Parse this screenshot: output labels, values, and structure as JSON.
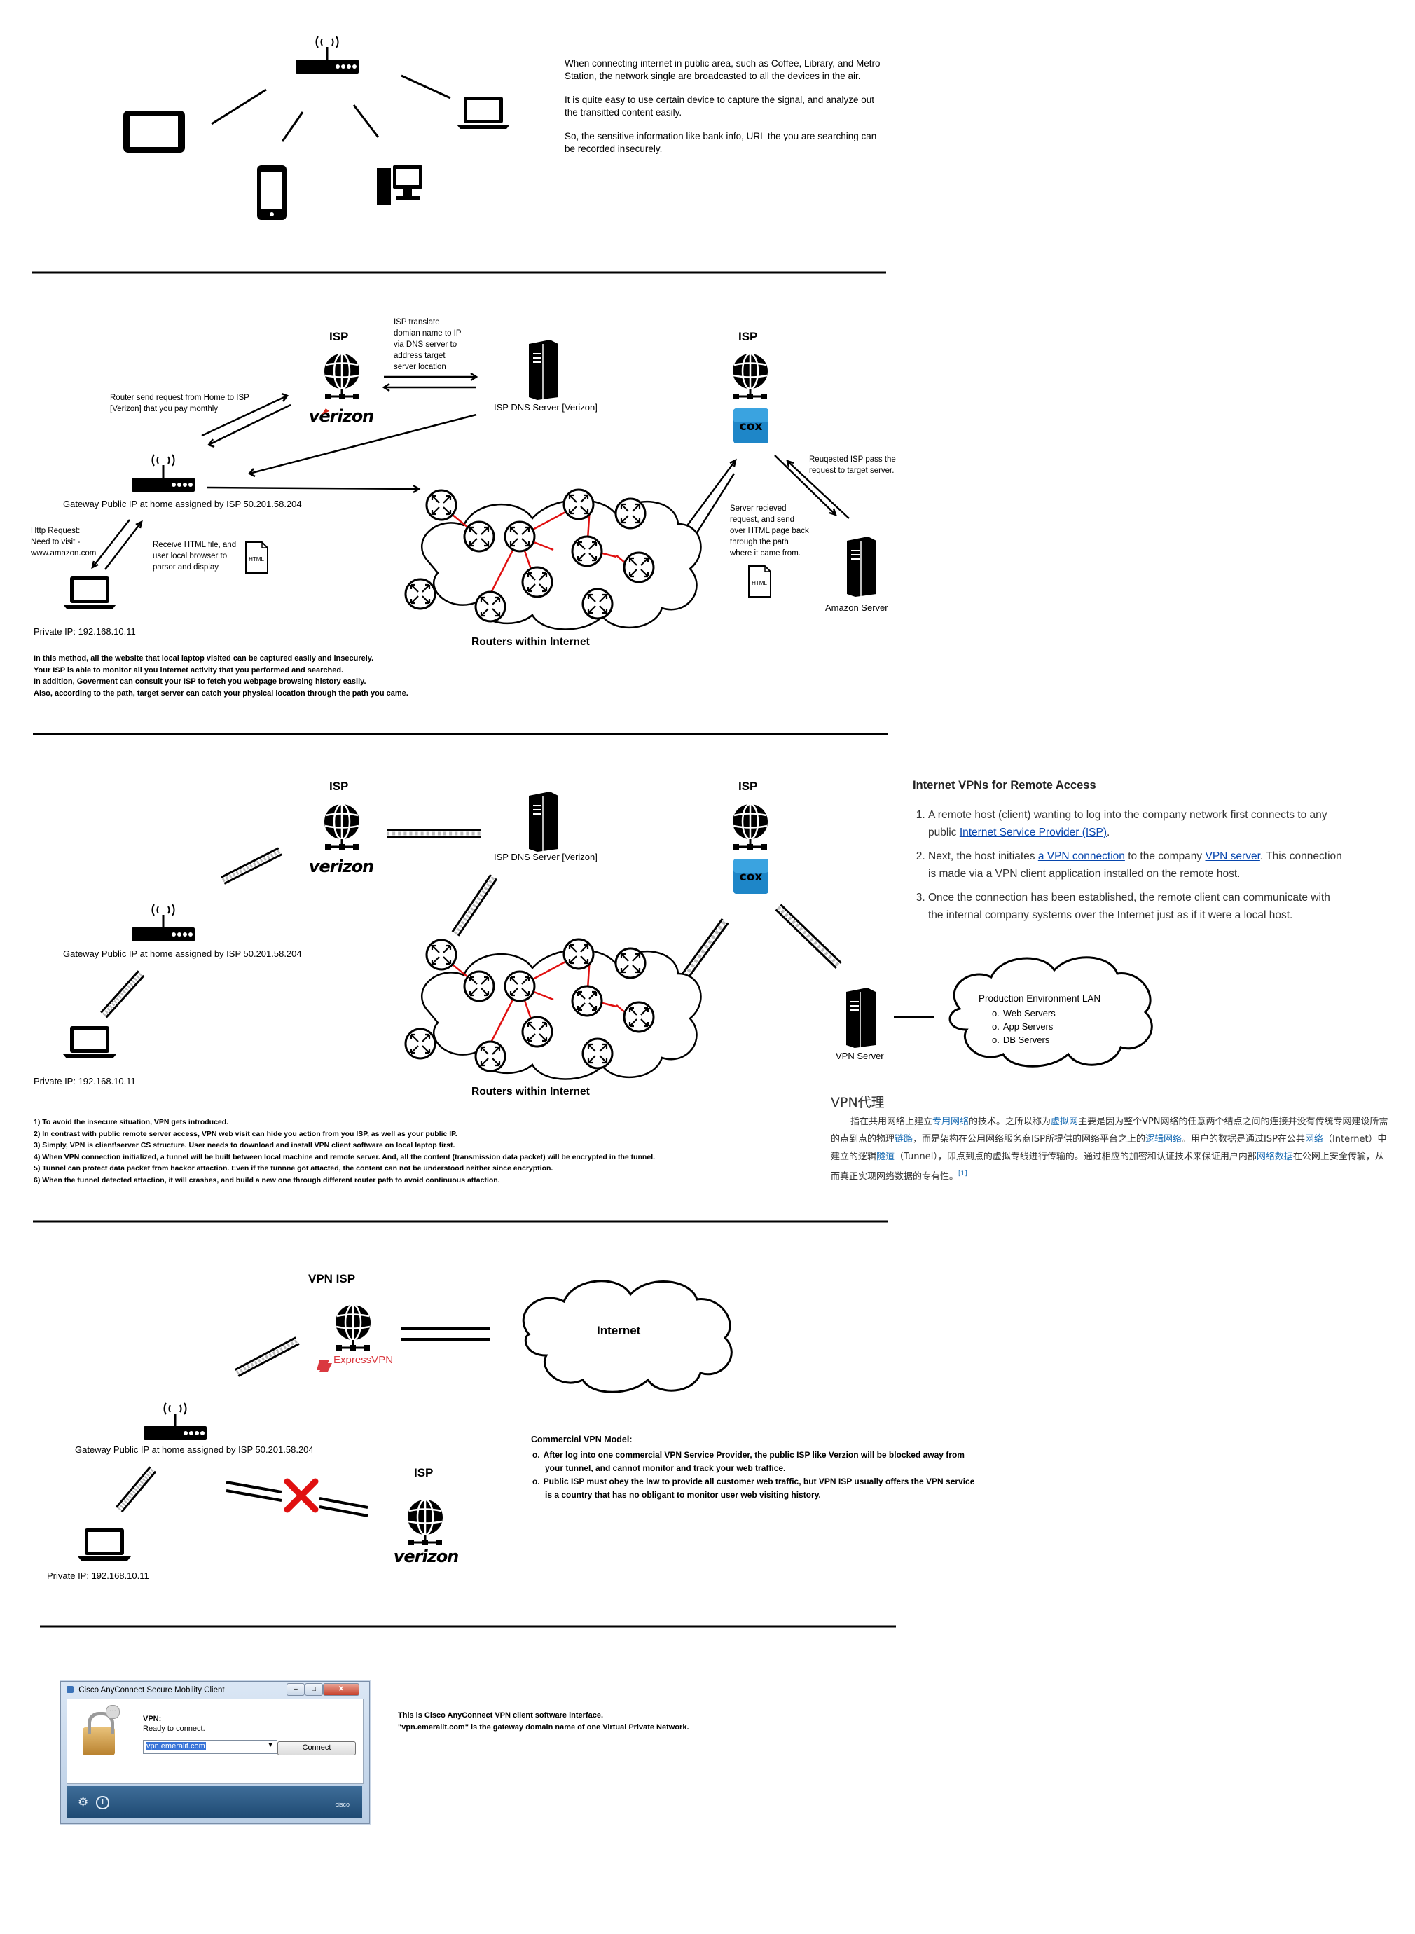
{
  "section1": {
    "intro_paragraphs": [
      "When connecting internet in public area, such as Coffee, Library, and Metro Station, the network single are broadcasted to all the devices in the air.",
      "It is quite easy to use certain device to capture the signal, and analyze out the transitted content easily.",
      "So, the sensitive information like bank info, URL the you are searching can be recorded insecurely."
    ]
  },
  "section2": {
    "isp_label_left": "ISP",
    "isp_label_right": "ISP",
    "isp_translate_lines": [
      "ISP translate",
      "domian name to IP",
      "via DNS server to",
      "address target",
      "server location"
    ],
    "dns_server_label": "ISP DNS Server [Verizon]",
    "router_send_lines": [
      "Router send request from Home to ISP",
      "[Verizon] that you pay monthly"
    ],
    "gateway_label": "Gateway Public IP at home assigned by ISP 50.201.58.204",
    "http_request_lines": [
      "Http Request:",
      "Need to visit -",
      "www.amazon.com"
    ],
    "receive_html_lines": [
      "Receive HTML file, and",
      "user local browser to",
      "parsor and display"
    ],
    "html_icon_text": "HTML",
    "private_ip": "Private IP: 192.168.10.11",
    "routers_label": "Routers within Internet",
    "requested_isp_lines": [
      "Reuqested ISP pass the",
      "request to target server."
    ],
    "server_recieved_lines": [
      "Server recieved",
      "request, and send",
      "over HTML page back",
      "through the path",
      "where it came from."
    ],
    "amazon_server_label": "Amazon Server",
    "verizon_text": "verizon",
    "cox_text": "cox",
    "note_lines": [
      "In this method, all the website that local laptop visited can be captured easily and insecurely.",
      "Your ISP is able to monitor all you internet activity that you performed and searched.",
      "In addition, Goverment can consult your ISP to fetch you webpage browsing history easily.",
      "Also, according to the path, target server can catch your physical location through the path you came."
    ]
  },
  "section3": {
    "isp_label_left": "ISP",
    "isp_label_right": "ISP",
    "dns_server_label": "ISP DNS Server [Verizon]",
    "gateway_label": "Gateway Public IP at home assigned by ISP 50.201.58.204",
    "private_ip": "Private IP: 192.168.10.11",
    "routers_label": "Routers within Internet",
    "vpn_server_label": "VPN Server",
    "lan_title": "Production Environment LAN",
    "lan_items": [
      "Web Servers",
      "App Servers",
      "DB Servers"
    ],
    "verizon_text": "verizon",
    "cox_text": "cox",
    "remote_title": "Internet VPNs for Remote Access",
    "remote_item1_a": "A remote host (client) wanting to log into the company network first connects to any public ",
    "remote_item1_link": "Internet Service Provider (ISP)",
    "remote_item1_b": ".",
    "remote_item2_a": "Next, the host initiates ",
    "remote_item2_link1": "a VPN connection",
    "remote_item2_b": " to the company ",
    "remote_item2_link2": "VPN server",
    "remote_item2_c": ". This connection is made via a VPN client application installed on the remote host.",
    "remote_item3": "Once the connection has been established, the remote client can communicate with the internal company systems over the Internet just as if it were a local host.",
    "zh_title": "VPN代理",
    "zh_p1": "指在共用网络上建立",
    "zh_l1": "专用网络",
    "zh_p2": "的技术。之所以称为",
    "zh_l2": "虚拟网",
    "zh_p3": "主要是因为整个VPN网络的任意两个结点之间的连接并没有传统专网建设所需的点到点的物理",
    "zh_l3": "链路",
    "zh_p4": "，而是架构在公用网络服务商ISP所提供的网络平台之上的",
    "zh_l4": "逻辑网络",
    "zh_p5": "。用户的数据是通过ISP在公共",
    "zh_l5": "网络",
    "zh_p6": "（Internet）中建立的逻辑",
    "zh_l6": "隧道",
    "zh_p7": "（Tunnel），即点到点的虚拟专线进行传输的。通过相应的加密和认证技术来保证用户内部",
    "zh_l7": "网络数据",
    "zh_p8": "在公网上安全传输，从而真正实现网络数据的专有性。",
    "zh_ref": "[1]",
    "note_lines": [
      "1) To avoid the insecure situation, VPN gets introduced.",
      "2) In contrast with public remote server access, VPN web visit can hide you action from you ISP, as well as your public IP.",
      "3) Simply, VPN is client\\server CS structure. User needs to download and install VPN client software on local laptop first.",
      "4) When VPN connection initialized, a tunnel will be built between local machine and remote server. And, all the content (transmission data packet) will be encrypted in the tunnel.",
      "5) Tunnel can protect data packet from hackor attaction. Even if the tunnne got attacted, the content can not be understood neither since encryption.",
      "6) When the tunnel detected attaction, it will crashes, and build a new one through different router path to avoid continuous attaction."
    ]
  },
  "section4": {
    "vpn_isp_label": "VPN ISP",
    "expressvpn_text": "ExpressVPN",
    "internet_label": "Internet",
    "gateway_label": "Gateway Public IP at home assigned by ISP 50.201.58.204",
    "isp_label": "ISP",
    "verizon_text": "verizon",
    "private_ip": "Private IP: 192.168.10.11",
    "commercial_title": "Commercial VPN Model:",
    "commercial_items": [
      "After log into one commercial VPN Service Provider, the public ISP like Verzion will be blocked away from your tunnel, and cannot monitor and track your web traffice.",
      "Public ISP must obey the law to provide all customer web traffic, but VPN ISP usually offers the VPN service is a country that has no obligant to monitor user web visiting history."
    ]
  },
  "section5": {
    "window_title": "Cisco AnyConnect Secure Mobility Client",
    "vpn_heading": "VPN:",
    "status": "Ready to connect.",
    "server_value": "vpn.emeralit.com",
    "connect_label": "Connect",
    "brand_small": "cisco",
    "caption_lines": [
      "This is Cisco AnyConnect VPN client software interface.",
      "\"vpn.emeralit.com\" is the gateway domain name of one Virtual Private Network."
    ]
  },
  "colors": {
    "verizon_red": "#d52b1e",
    "cox_blue": "#1e86c8",
    "express_red": "#da3940",
    "link_blue": "#0645ad",
    "x_red": "#e01010"
  }
}
